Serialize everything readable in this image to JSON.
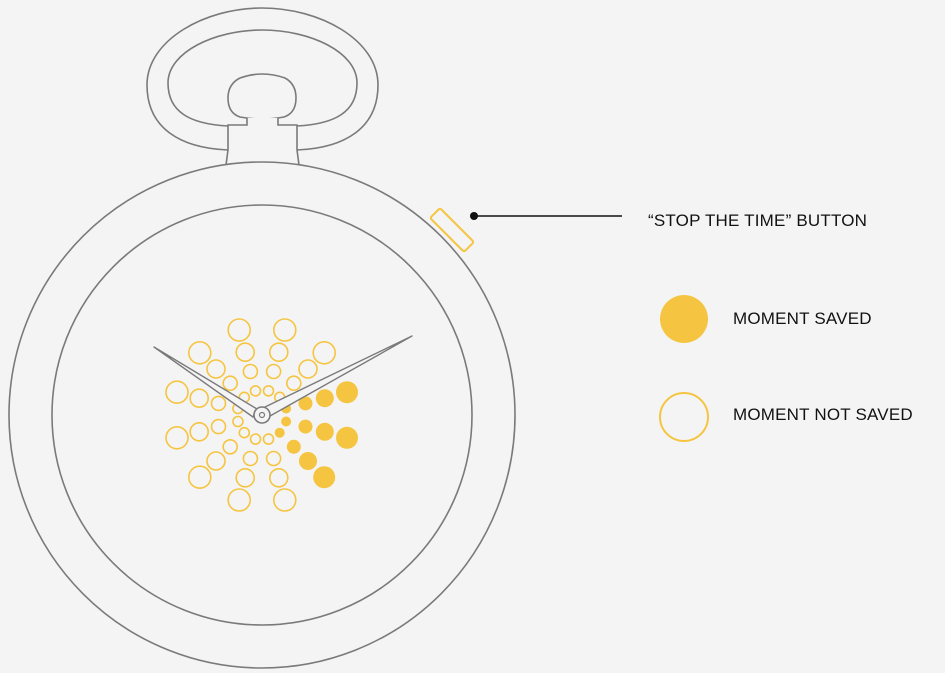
{
  "labels": {
    "stop_button": "“STOP THE TIME” BUTTON",
    "moment_saved": "MOMENT SAVED",
    "moment_not_saved": "MOMENT NOT SAVED"
  },
  "colors": {
    "background": "#f4f4f4",
    "outline": "#7a7a7a",
    "accent": "#f5c542",
    "text": "#111111"
  },
  "dial": {
    "rays": 12,
    "dots_per_ray": 4,
    "saved_rays": [
      2,
      3,
      4
    ]
  }
}
